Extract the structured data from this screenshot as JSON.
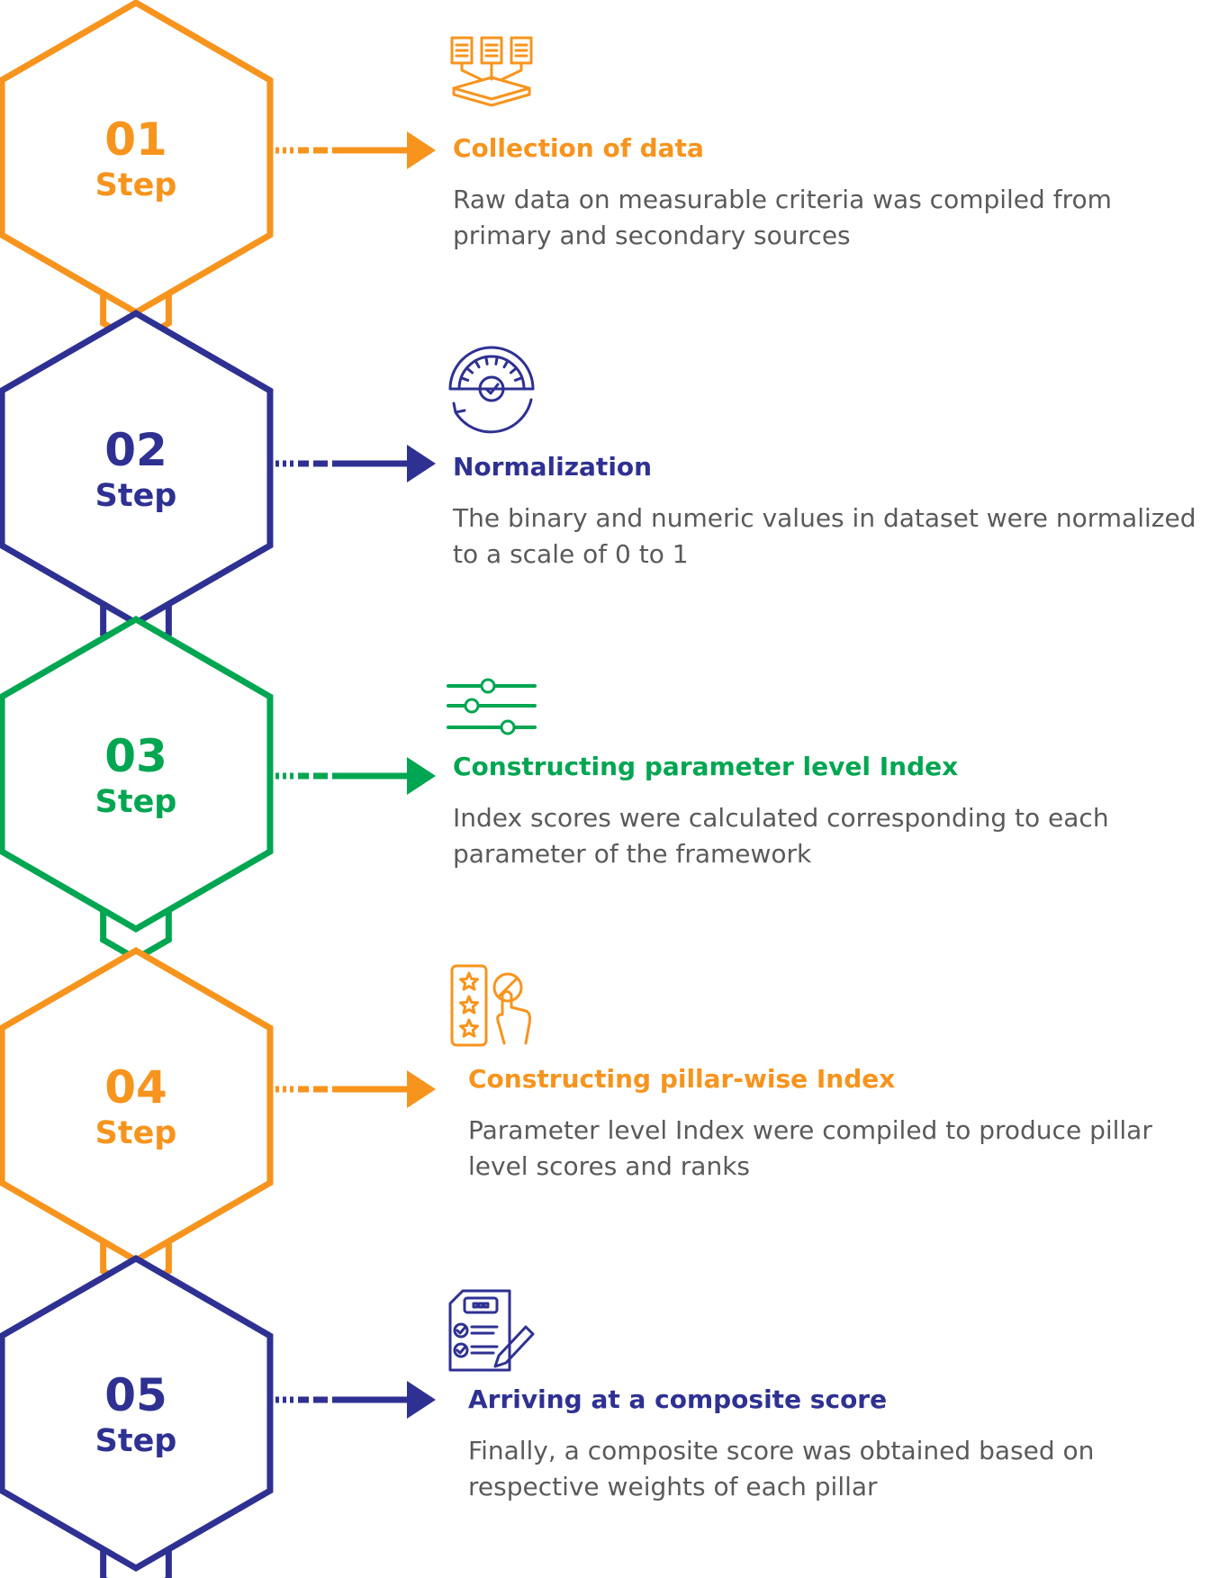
{
  "colors": {
    "orange": "#F7941D",
    "navy": "#2E3192",
    "green": "#00A651",
    "text": "#5a5a5a"
  },
  "steps": [
    {
      "number": "01",
      "label": "Step",
      "color": "orange",
      "icon": "data-collection-icon",
      "title": "Collection of data",
      "description": "Raw data on measurable criteria was compiled from primary and secondary sources"
    },
    {
      "number": "02",
      "label": "Step",
      "color": "navy",
      "icon": "gauge-icon",
      "title": "Normalization",
      "description": "The binary and numeric values in dataset were normalized to a scale of 0 to 1"
    },
    {
      "number": "03",
      "label": "Step",
      "color": "green",
      "icon": "sliders-icon",
      "title": "Constructing parameter level Index",
      "description": "Index scores were calculated corresponding to each parameter of the framework"
    },
    {
      "number": "04",
      "label": "Step",
      "color": "orange",
      "icon": "rating-select-icon",
      "title": "Constructing pillar-wise Index",
      "description": "Parameter level Index were compiled to produce pillar level scores and ranks"
    },
    {
      "number": "05",
      "label": "Step",
      "color": "navy",
      "icon": "checklist-icon",
      "title": "Arriving at a composite score",
      "description": "Finally, a composite score was obtained based on respective weights of each pillar"
    }
  ]
}
